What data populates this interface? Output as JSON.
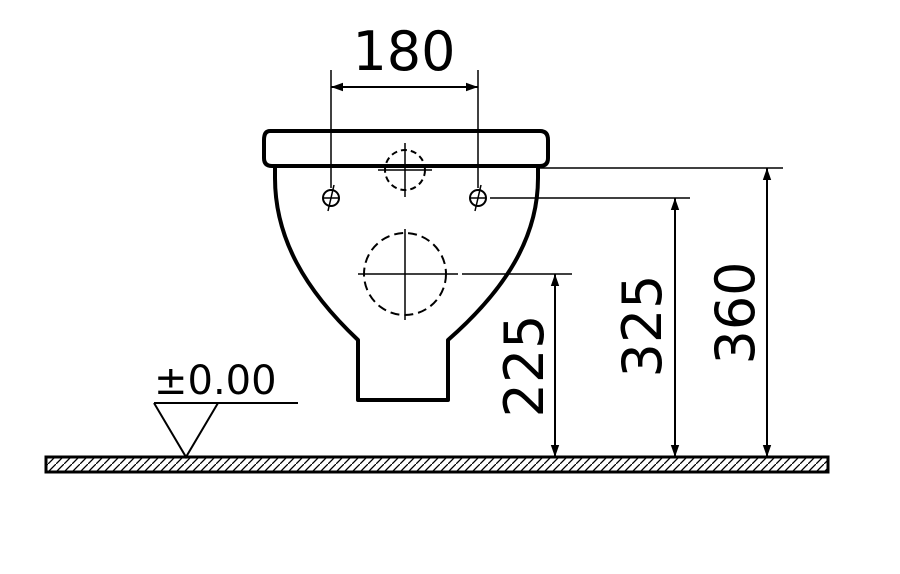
{
  "drawing": {
    "dimensions": {
      "top_width": "180",
      "height_outlet": "225",
      "height_fixing": "325",
      "height_total": "360"
    },
    "floor_level": "±0.00"
  }
}
